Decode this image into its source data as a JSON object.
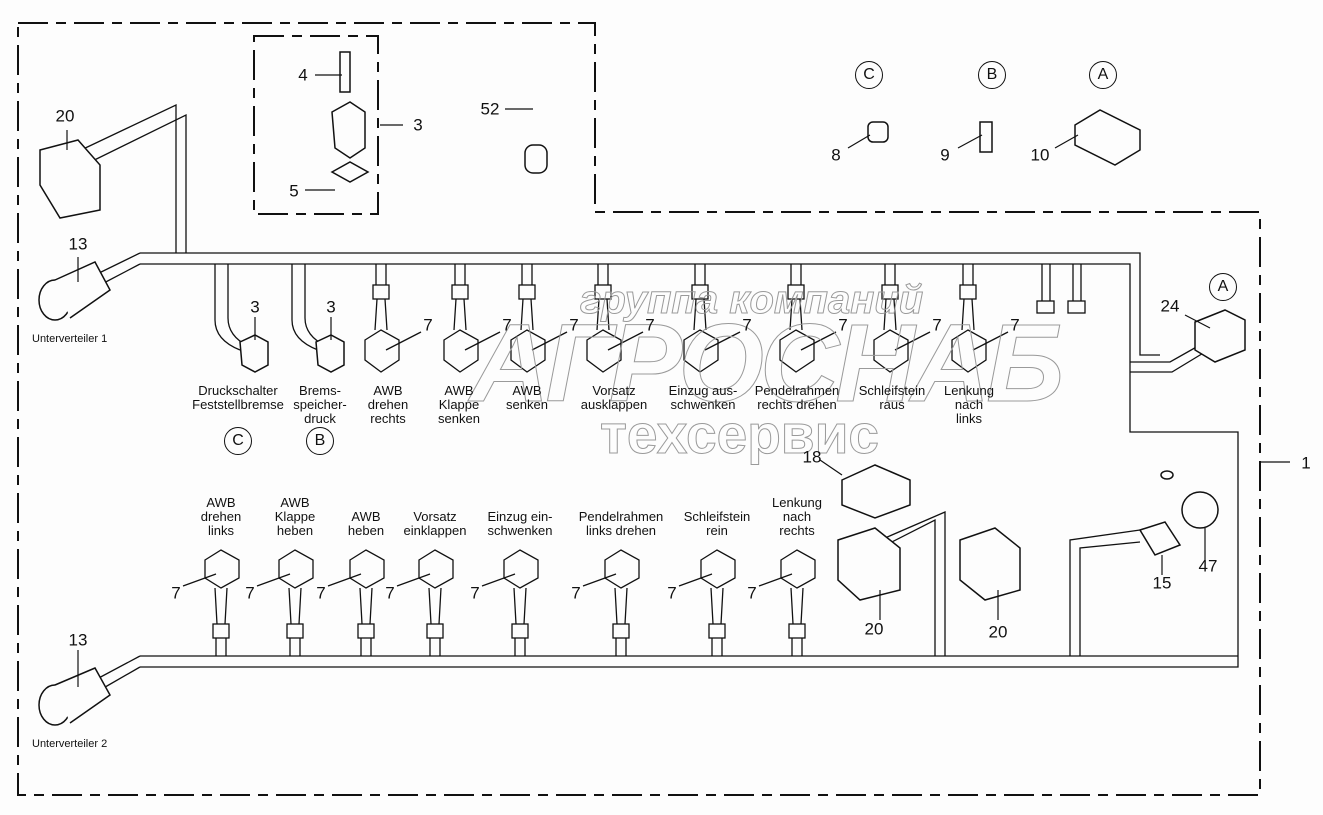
{
  "diagram": {
    "type": "wiring-harness-parts-diagram",
    "assembly_label": "1",
    "watermark": {
      "line1": "группа компаний",
      "line2": "АГРОСНАБ",
      "line3": "техсервис"
    },
    "detail_box": {
      "items": [
        {
          "num": "4",
          "part": "screw"
        },
        {
          "num": "3",
          "part": "pressure-switch-plug"
        },
        {
          "num": "5",
          "part": "seal"
        }
      ]
    },
    "loose_parts": [
      {
        "num": "52",
        "part": "cable"
      },
      {
        "num": "8",
        "part": "pressure-switch",
        "ref": "C"
      },
      {
        "num": "9",
        "part": "sensor",
        "ref": "B"
      },
      {
        "num": "10",
        "part": "control-module",
        "ref": "A"
      }
    ],
    "connectors_left": [
      {
        "num": "20",
        "part": "connector-20"
      },
      {
        "num": "13",
        "label": "Unterverteiler 1"
      },
      {
        "num": "13",
        "label": "Unterverteiler 2"
      }
    ],
    "upper_branch": [
      {
        "num": "3",
        "label": "Druckschalter\nFeststellbremse",
        "ref": "C"
      },
      {
        "num": "3",
        "label": "Brems-\nspeicher-\ndruck",
        "ref": "B"
      },
      {
        "num": "7",
        "label": "AWB\ndrehen\nrechts"
      },
      {
        "num": "7",
        "label": "AWB\nKlappe\nsenken"
      },
      {
        "num": "7",
        "label": "AWB\nsenken"
      },
      {
        "num": "7",
        "label": "Vorsatz\nausklappen"
      },
      {
        "num": "7",
        "label": "Einzug aus-\nschwenken"
      },
      {
        "num": "7",
        "label": "Pendelrahmen\nrechts drehen"
      },
      {
        "num": "7",
        "label": "Schleifstein\nraus"
      },
      {
        "num": "7",
        "label": "Lenkung\nnach\nlinks"
      }
    ],
    "lower_branch": [
      {
        "num": "7",
        "label": "AWB\ndrehen\nlinks"
      },
      {
        "num": "7",
        "label": "AWB\nKlappe\nheben"
      },
      {
        "num": "7",
        "label": "AWB\nheben"
      },
      {
        "num": "7",
        "label": "Vorsatz\neinklappen"
      },
      {
        "num": "7",
        "label": "Einzug ein-\nschwenken"
      },
      {
        "num": "7",
        "label": "Pendelrahmen\nlinks drehen"
      },
      {
        "num": "7",
        "label": "Schleifstein\nrein"
      },
      {
        "num": "7",
        "label": "Lenkung\nnach\nrechts"
      }
    ],
    "right_side": [
      {
        "num": "24",
        "part": "connector-24",
        "ref": "A"
      },
      {
        "num": "18",
        "part": "connector-18"
      },
      {
        "num": "20",
        "part": "connector-20"
      },
      {
        "num": "20",
        "part": "connector-20"
      },
      {
        "num": "15",
        "part": "socket"
      },
      {
        "num": "47",
        "part": "cap"
      }
    ],
    "colors": {
      "line": "#111111",
      "background": "#fdfdfd",
      "watermark": "#9a9a9a"
    }
  }
}
